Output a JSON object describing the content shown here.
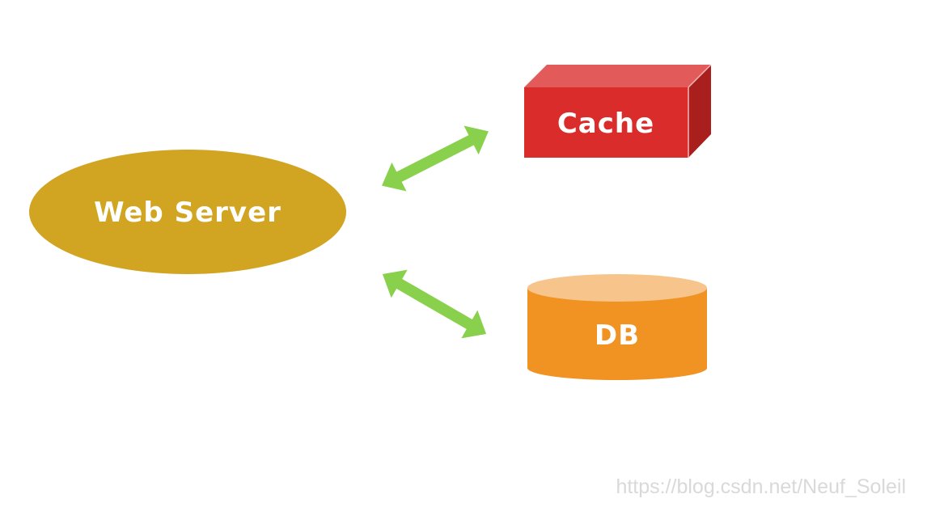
{
  "nodes": {
    "web_server": {
      "label": "Web Server",
      "color": "#D1A521"
    },
    "cache": {
      "label": "Cache",
      "front_color": "#DA2C2A",
      "top_color": "#E25A59",
      "side_color": "#A91F1E"
    },
    "db": {
      "label": "DB",
      "body_color": "#F09322",
      "top_color": "#F7C58C"
    }
  },
  "edges": [
    {
      "from": "Web Server",
      "to": "Cache",
      "direction": "bidirectional",
      "color": "#89D14C"
    },
    {
      "from": "Web Server",
      "to": "DB",
      "direction": "bidirectional",
      "color": "#89D14C"
    }
  ],
  "watermark": "https://blog.csdn.net/Neuf_Soleil"
}
